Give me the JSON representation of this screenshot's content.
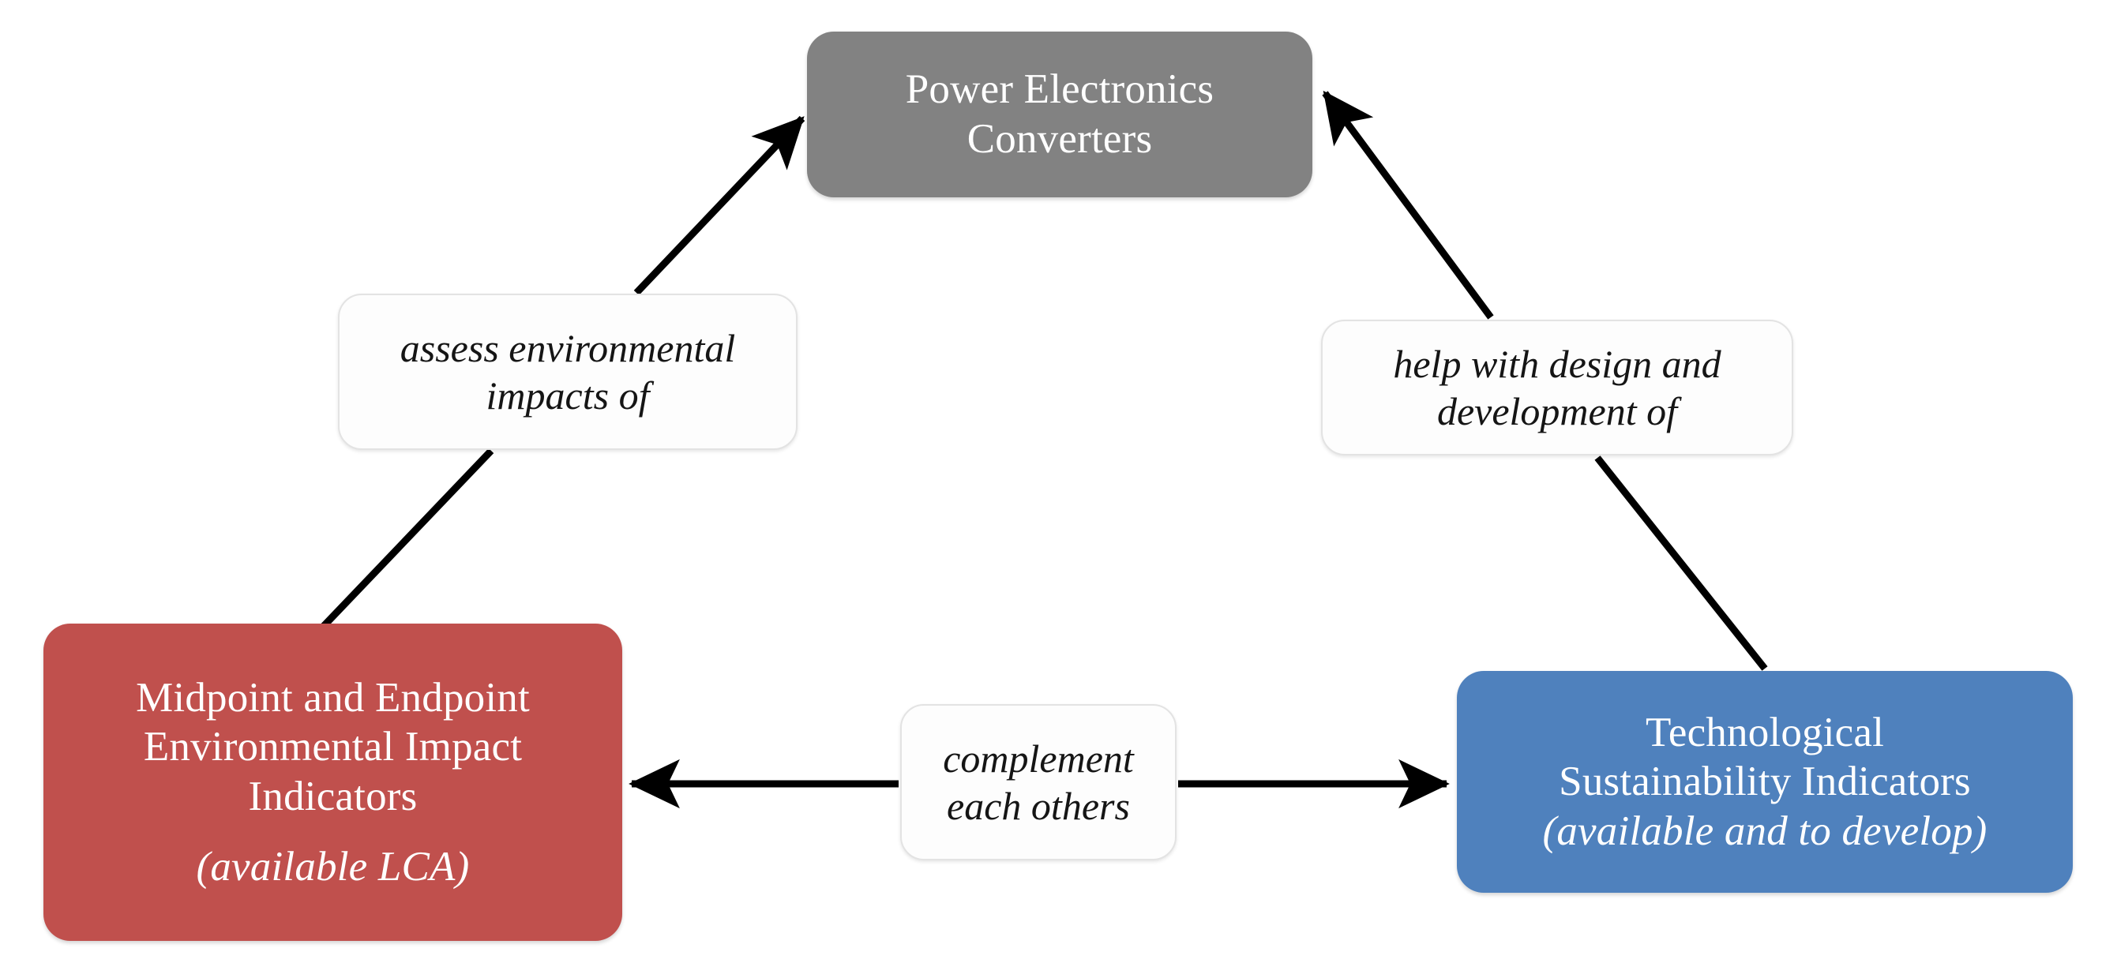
{
  "diagram": {
    "type": "cycle-relationship-diagram",
    "background": "#ffffff",
    "nodes": [
      {
        "id": "power-electronics-converters",
        "title": "Power Electronics\nConverters",
        "title_line1": "Power Electronics",
        "title_line2": "Converters",
        "subtitle": "",
        "color": "#828282",
        "text_color": "#ffffff"
      },
      {
        "id": "midpoint-endpoint-indicators",
        "title_line1": "Midpoint and Endpoint",
        "title_line2": "Environmental Impact",
        "title_line3": "Indicators",
        "subtitle": "(available LCA)",
        "color": "#c0504d",
        "text_color": "#ffffff"
      },
      {
        "id": "technological-sustainability-indicators",
        "title_line1": "Technological",
        "title_line2": "Sustainability Indicators",
        "subtitle": "(available and to develop)",
        "color": "#4f81bd",
        "text_color": "#ffffff"
      }
    ],
    "edge_labels": [
      {
        "id": "assess-environmental-impacts-of",
        "line1": "assess environmental",
        "line2": "impacts of",
        "from": "midpoint-endpoint-indicators",
        "to": "power-electronics-converters"
      },
      {
        "id": "help-with-design-and-development-of",
        "line1": "help with design and",
        "line2": "development of",
        "from": "technological-sustainability-indicators",
        "to": "power-electronics-converters"
      },
      {
        "id": "complement-each-others",
        "line1": "complement",
        "line2": "each others",
        "from": "midpoint-endpoint-indicators",
        "to": "technological-sustainability-indicators",
        "direction": "bidirectional"
      }
    ],
    "edge_color": "#000000"
  }
}
